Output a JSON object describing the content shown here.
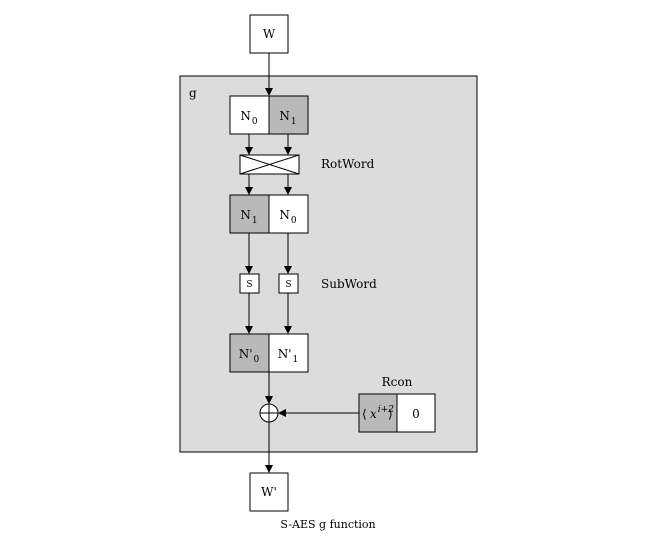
{
  "diagram": {
    "input_label": "W",
    "output_label": "W'",
    "function_label": "g",
    "nibbles_in": [
      {
        "name": "N",
        "sub": "0",
        "fill": "#ffffff"
      },
      {
        "name": "N",
        "sub": "1",
        "fill": "#b9b9b9"
      }
    ],
    "rotword_label": "RotWord",
    "nibbles_rot": [
      {
        "name": "N",
        "sub": "1",
        "fill": "#b9b9b9"
      },
      {
        "name": "N",
        "sub": "0",
        "fill": "#ffffff"
      }
    ],
    "sbox_label": "S",
    "subword_label": "SubWord",
    "nibbles_out": [
      {
        "name": "N'",
        "sub": "0",
        "fill": "#b9b9b9"
      },
      {
        "name": "N'",
        "sub": "1",
        "fill": "#ffffff"
      }
    ],
    "rcon_label": "Rcon",
    "rcon_left": "x",
    "rcon_exp": "i+2",
    "rcon_right": "0",
    "caption": "S-AES g function",
    "colors": {
      "panel": "#dcdcdc",
      "gray_cell": "#b9b9b9",
      "line": "#000000"
    }
  }
}
